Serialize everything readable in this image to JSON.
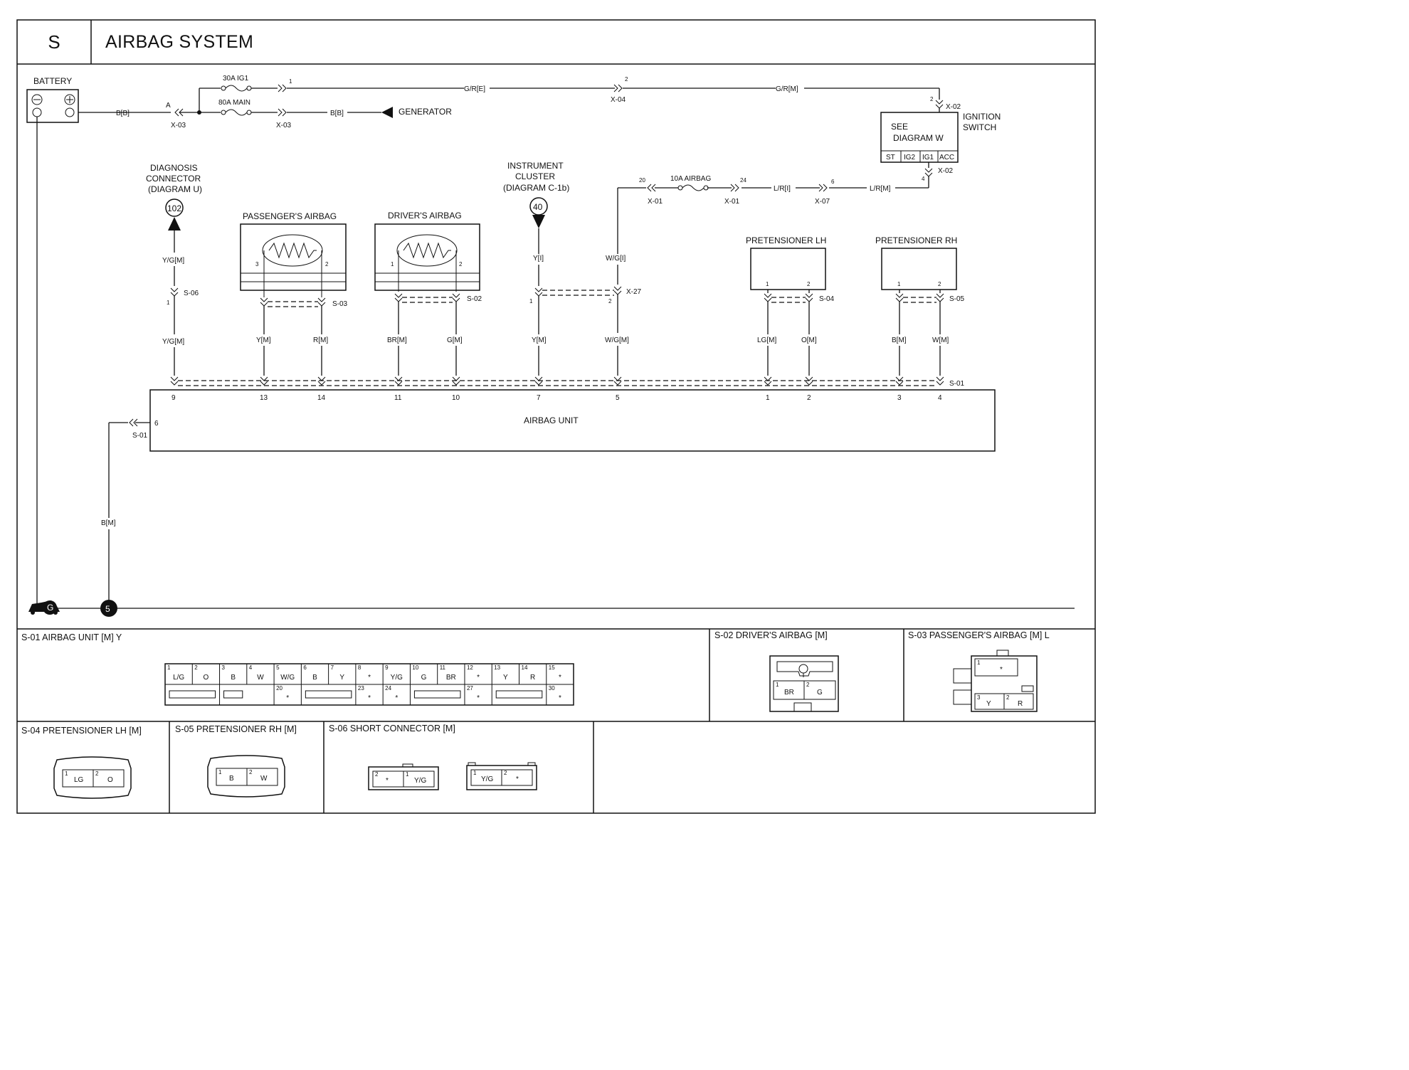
{
  "header": {
    "section_code": "S",
    "title": "AIRBAG SYSTEM"
  },
  "components": {
    "battery": "BATTERY",
    "generator": "GENERATOR",
    "ignition_switch": [
      "IGNITION",
      "SWITCH"
    ],
    "see_diagram": [
      "SEE",
      "DIAGRAM W"
    ],
    "ignition_terminals": [
      "ST",
      "IG2",
      "IG1",
      "ACC"
    ],
    "diagnosis_connector": [
      "DIAGNOSIS",
      "CONNECTOR",
      "(DIAGRAM U)"
    ],
    "diagnosis_ref": "102",
    "instrument_cluster": [
      "INSTRUMENT",
      "CLUSTER",
      "(DIAGRAM C-1b)"
    ],
    "instrument_ref": "40",
    "passenger_airbag": "PASSENGER'S AIRBAG",
    "driver_airbag": "DRIVER'S AIRBAG",
    "pretensioner_lh": "PRETENSIONER LH",
    "pretensioner_rh": "PRETENSIONER RH",
    "airbag_unit": "AIRBAG UNIT",
    "ground_g": "G",
    "ground_5": "5"
  },
  "fuses": {
    "ig1": "30A IG1",
    "main": "80A MAIN",
    "airbag": "10A AIRBAG"
  },
  "wires": {
    "b_b_1": "B[B]",
    "b_b_2": "B[B]",
    "gr_e": "G/R[E]",
    "gr_m": "G/R[M]",
    "lr_i": "L/R[I]",
    "lr_m": "L/R[M]",
    "yg_top": "Y/G[M]",
    "yg_bot": "Y/G[M]",
    "pa_y": "Y[M]",
    "pa_r": "R[M]",
    "da_br": "BR[M]",
    "da_g": "G[M]",
    "ic_top": "Y[I]",
    "ic_bot": "Y[M]",
    "wg_top": "W/G[I]",
    "wg_bot": "W/G[M]",
    "plh_lg": "LG[M]",
    "plh_o": "O[M]",
    "prh_b": "B[M]",
    "prh_w": "W[M]",
    "gnd_b": "B[M]"
  },
  "connectors": {
    "x03": "X-03",
    "x04": "X-04",
    "x02": "X-02",
    "x01": "X-01",
    "x07": "X-07",
    "x27": "X-27",
    "s01": "S-01",
    "s02": "S-02",
    "s03": "S-03",
    "s04": "S-04",
    "s05": "S-05",
    "s06": "S-06",
    "a": "A"
  },
  "pins": {
    "one": "1",
    "two": "2",
    "three": "3",
    "four": "4",
    "five": "5",
    "six": "6",
    "seven": "7",
    "nine": "9",
    "ten": "10",
    "eleven": "11",
    "thirteen": "13",
    "fourteen": "14",
    "twenty": "20",
    "twentyfour": "24"
  },
  "panels": {
    "s01": "S-01 AIRBAG UNIT [M]  Y",
    "s02": "S-02 DRIVER'S AIRBAG [M]",
    "s03": "S-03 PASSENGER'S AIRBAG [M] L",
    "s04": "S-04 PRETENSIONER LH [M]",
    "s05": "S-05 PRETENSIONER RH [M]",
    "s06": "S-06 SHORT CONNECTOR [M]"
  },
  "s01_connector": {
    "top_row": [
      {
        "n": "1",
        "v": "L/G"
      },
      {
        "n": "2",
        "v": "O"
      },
      {
        "n": "3",
        "v": "B"
      },
      {
        "n": "4",
        "v": "W"
      },
      {
        "n": "5",
        "v": "W/G"
      },
      {
        "n": "6",
        "v": "B"
      },
      {
        "n": "7",
        "v": "Y"
      },
      {
        "n": "8",
        "v": "*"
      },
      {
        "n": "9",
        "v": "Y/G"
      },
      {
        "n": "10",
        "v": "G"
      },
      {
        "n": "11",
        "v": "BR"
      },
      {
        "n": "12",
        "v": "*"
      },
      {
        "n": "13",
        "v": "Y"
      },
      {
        "n": "14",
        "v": "R"
      },
      {
        "n": "15",
        "v": "*"
      }
    ],
    "bottom_row": [
      {
        "n": "20",
        "v": "*"
      },
      {
        "n": "23",
        "v": "*"
      },
      {
        "n": "24",
        "v": "*"
      },
      {
        "n": "27",
        "v": "*"
      },
      {
        "n": "30",
        "v": "*"
      }
    ]
  },
  "s02_connector": [
    {
      "n": "1",
      "v": "BR"
    },
    {
      "n": "2",
      "v": "G"
    }
  ],
  "s03_connector": {
    "top": {
      "n": "1",
      "v": "*"
    },
    "bottom": [
      {
        "n": "3",
        "v": "Y"
      },
      {
        "n": "2",
        "v": "R"
      }
    ]
  },
  "s04_connector": [
    {
      "n": "1",
      "v": "LG"
    },
    {
      "n": "2",
      "v": "O"
    }
  ],
  "s05_connector": [
    {
      "n": "1",
      "v": "B"
    },
    {
      "n": "2",
      "v": "W"
    }
  ],
  "s06_connector": {
    "left": [
      {
        "n": "2",
        "v": "*"
      },
      {
        "n": "1",
        "v": "Y/G"
      }
    ],
    "right": [
      {
        "n": "1",
        "v": "Y/G"
      },
      {
        "n": "2",
        "v": "*"
      }
    ]
  }
}
